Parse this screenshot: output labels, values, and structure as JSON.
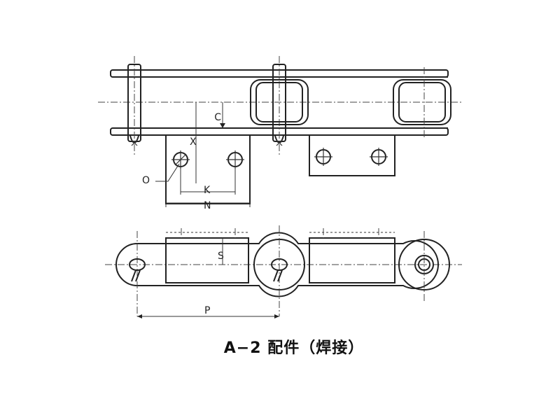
{
  "labels": {
    "C": "C",
    "X": "X",
    "O": "O",
    "K": "K",
    "N": "N",
    "S": "S",
    "P": "P"
  },
  "caption": "A−2 配件（焊接）"
}
